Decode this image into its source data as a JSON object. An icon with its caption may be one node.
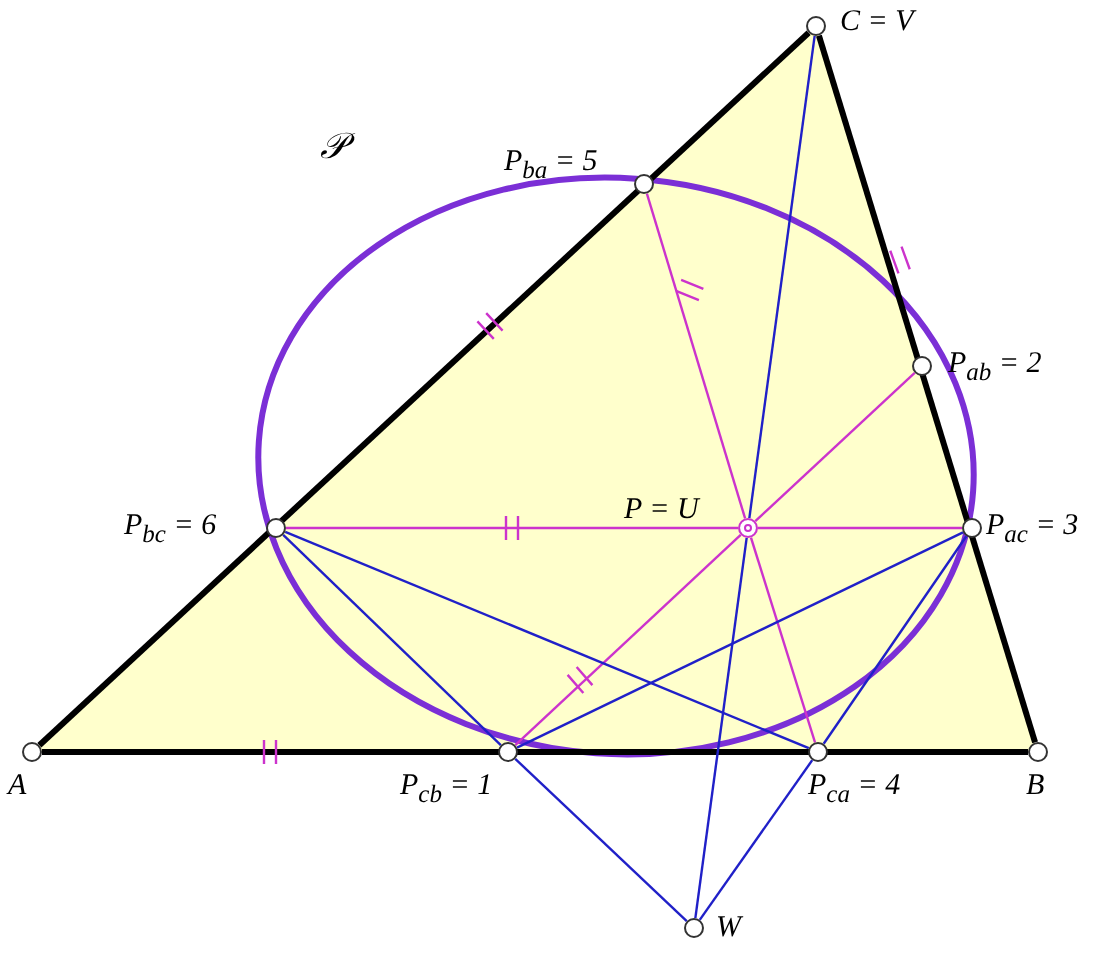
{
  "diagram": {
    "nodes": [
      {
        "text": [],
        "shape": "circle",
        "beside": [
          "A"
        ]
      },
      {
        "text": [],
        "shape": "circle",
        "beside": [
          "B"
        ]
      },
      {
        "text": [],
        "shape": "circle",
        "beside": [
          "C = V"
        ]
      },
      {
        "text": [],
        "shape": "circle",
        "beside": [
          "P$_{ba}$ = 5"
        ]
      },
      {
        "text": [],
        "shape": "circle",
        "beside": [
          "P$_{ab}$ = 2"
        ]
      },
      {
        "text": [],
        "shape": "circle",
        "beside": [
          "P$_{ac}$ = 3"
        ]
      },
      {
        "text": [],
        "shape": "circle",
        "beside": [
          "P$_{bc}$ = 6"
        ]
      },
      {
        "text": [],
        "shape": "circle",
        "beside": [
          "P = U"
        ]
      },
      {
        "text": [],
        "shape": "circle",
        "beside": [
          "P$_{cb}$ = 1"
        ]
      },
      {
        "text": [],
        "shape": "circle",
        "beside": [
          "P$_{ca}$ = 4"
        ]
      },
      {
        "text": [],
        "shape": "circle",
        "beside": [
          "W"
        ]
      }
    ],
    "edges": [
      {
        "from": 0,
        "to": 2,
        "arrow": "none",
        "style": "thick",
        "color": "#000000"
      },
      {
        "from": 2,
        "to": 1,
        "arrow": "none",
        "style": "thick",
        "color": "#000000"
      },
      {
        "from": 1,
        "to": 0,
        "arrow": "none",
        "style": "thick",
        "color": "#000000"
      },
      {
        "from": 6,
        "to": 7,
        "arrow": "none",
        "color": "#cc33cc"
      },
      {
        "from": 7,
        "to": 5,
        "arrow": "none",
        "color": "#cc33cc"
      },
      {
        "from": 8,
        "to": 7,
        "arrow": "none",
        "color": "#cc33cc"
      },
      {
        "from": 7,
        "to": 4,
        "arrow": "none",
        "color": "#cc33cc"
      },
      {
        "from": 3,
        "to": 7,
        "arrow": "none",
        "color": "#cc33cc"
      },
      {
        "from": 7,
        "to": 9,
        "arrow": "none",
        "color": "#cc33cc"
      },
      {
        "from": 2,
        "to": 7,
        "arrow": "none"
      },
      {
        "from": 7,
        "to": 10,
        "arrow": "none"
      },
      {
        "from": 6,
        "to": 8,
        "arrow": "none"
      },
      {
        "from": 8,
        "to": 10,
        "arrow": "none"
      },
      {
        "from": 5,
        "to": 9,
        "arrow": "none"
      },
      {
        "from": 9,
        "to": 10,
        "arrow": "none"
      },
      {
        "from": 6,
        "to": 9,
        "arrow": "none"
      },
      {
        "from": 5,
        "to": 8,
        "arrow": "none"
      }
    ],
    "labels": [
      "𝒫"
    ]
  }
}
